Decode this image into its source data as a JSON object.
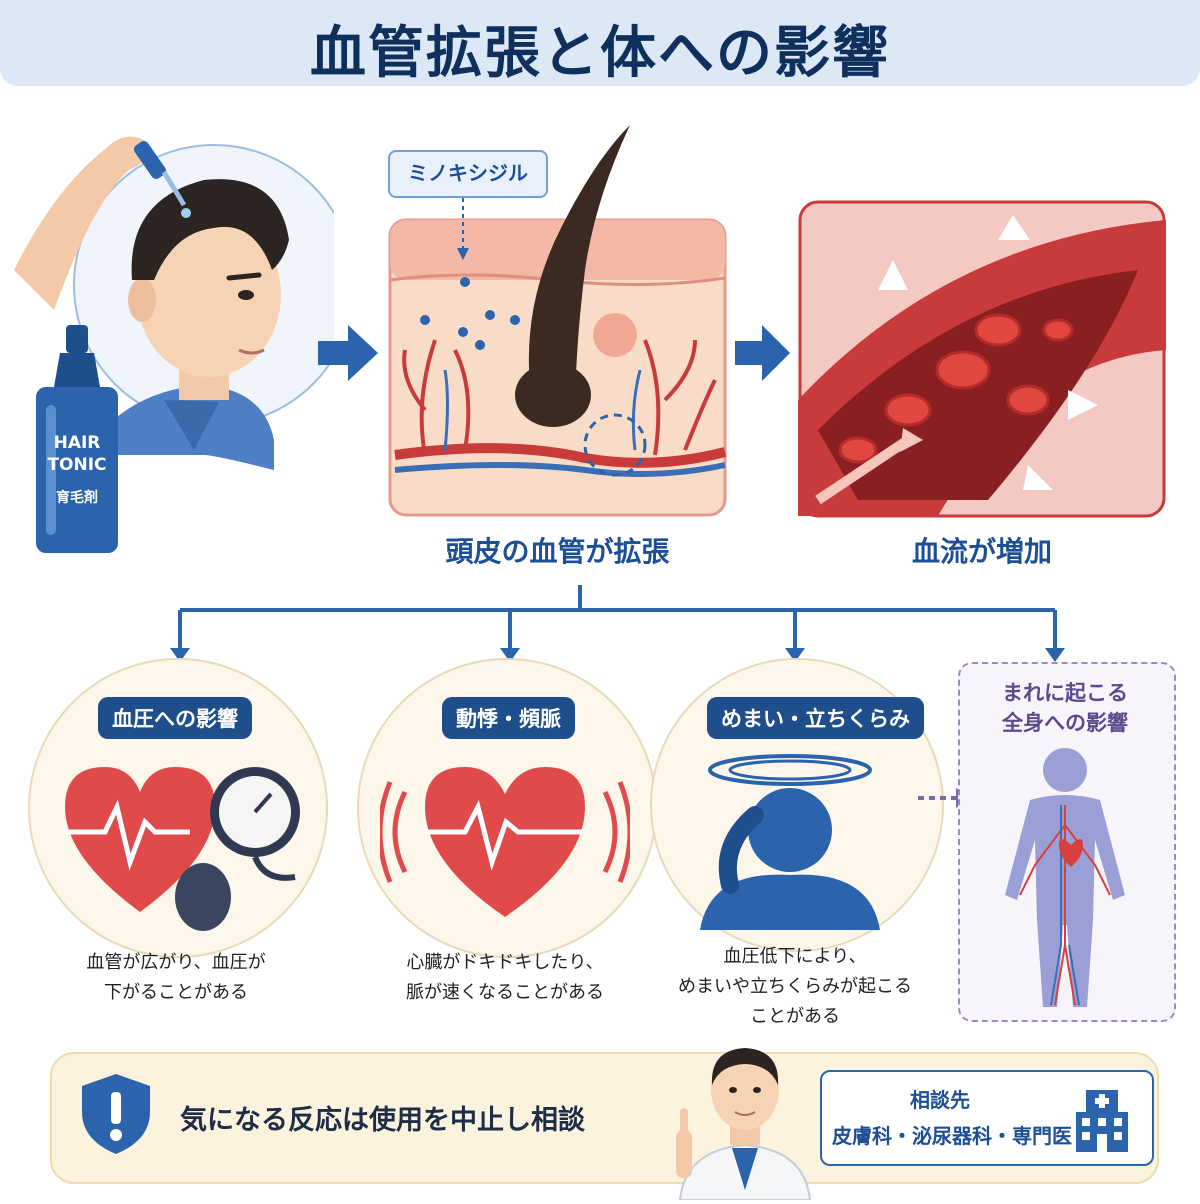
{
  "title": "血管拡張と体への影響",
  "product": {
    "bottle_line1": "HAIR",
    "bottle_line2": "TONIC",
    "bottle_jp": "育毛剤"
  },
  "scalp": {
    "label": "ミノキシジル",
    "caption": "頭皮の血管が拡張"
  },
  "vessel": {
    "caption": "血流が増加"
  },
  "effects": [
    {
      "title": "血圧への影響",
      "desc": [
        "血管が広がり、血圧が",
        "下がることがある"
      ]
    },
    {
      "title": "動悸・頻脈",
      "desc": [
        "心臓がドキドキしたり、",
        "脈が速くなることがある"
      ]
    },
    {
      "title": "めまい・立ちくらみ",
      "desc": [
        "血圧低下により、",
        "めまいや立ちくらみが起こる",
        "ことがある"
      ]
    }
  ],
  "rare": {
    "title_line1": "まれに起こる",
    "title_line2": "全身への影響"
  },
  "warning": {
    "text": "気になる反応は使用を中止し相談"
  },
  "consult": {
    "title": "相談先",
    "list": "皮膚科・泌尿器科・専門医"
  },
  "colors": {
    "accent_blue": "#1f4e8c",
    "heart_red": "#e04a4a",
    "vessel_red": "#c93b3b",
    "purple": "#7a6aa8"
  }
}
